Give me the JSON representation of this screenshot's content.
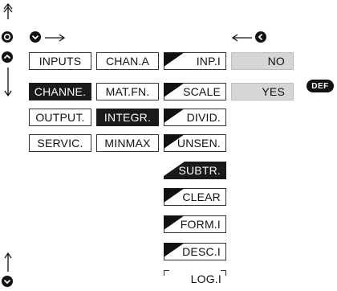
{
  "col1": [
    "INPUTS",
    "CHANNE.",
    "OUTPUT.",
    "SERVIC."
  ],
  "col2": [
    "CHAN.A",
    "MAT.FN.",
    "INTEGR.",
    "MINMAX"
  ],
  "col3": [
    "INP.I",
    "SCALE",
    "DIVID.",
    "UNSEN.",
    "SUBTR.",
    "CLEAR",
    "FORM.I",
    "DESC.I",
    "LOG.I"
  ],
  "col4": [
    "NO",
    "YES"
  ],
  "def_badge": "DEF",
  "icons": {
    "top_left": "arrow-up-icon",
    "enter": "enter-button-icon",
    "down": "down-button-icon",
    "up": "up-button-icon",
    "left": "left-button-icon"
  }
}
